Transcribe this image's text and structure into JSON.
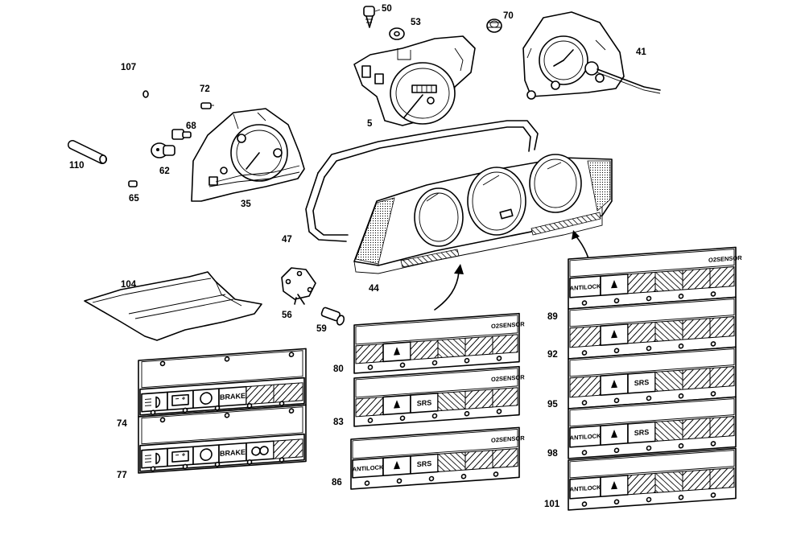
{
  "callouts": {
    "c50": "50",
    "c53": "53",
    "c70": "70",
    "c41": "41",
    "c107": "107",
    "c72": "72",
    "c68": "68",
    "c62": "62",
    "c110": "110",
    "c65": "65",
    "c35": "35",
    "c5": "5",
    "c47": "47",
    "c44": "44",
    "c104": "104",
    "c56": "56",
    "c59": "59",
    "c89": "89",
    "c92": "92",
    "c95": "95",
    "c98": "98",
    "c101": "101",
    "c80": "80",
    "c83": "83",
    "c86": "86",
    "c74": "74",
    "c77": "77"
  },
  "strip_labels": {
    "o2_sensor": "O2SENSOR",
    "antilock": "ANTILOCK",
    "srs": "SRS",
    "brake": "BRAKE"
  },
  "colors": {
    "line": "#000000",
    "background": "#ffffff"
  }
}
